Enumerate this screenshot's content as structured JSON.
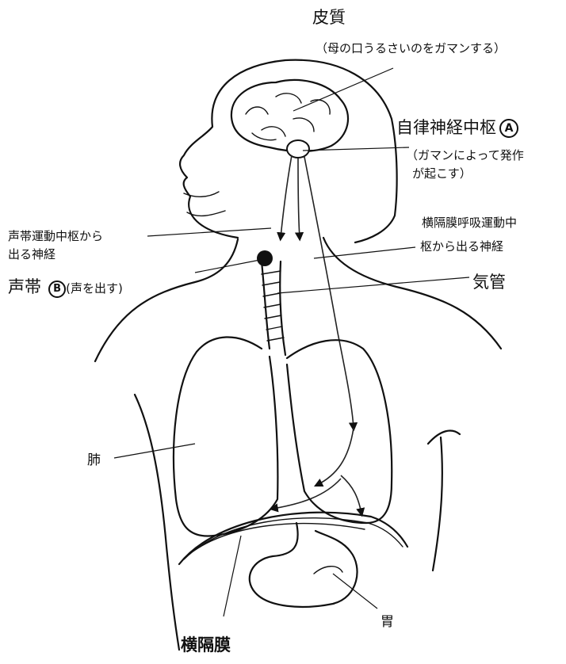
{
  "labels": {
    "cortex": "皮質",
    "cortex_note": "（母の口うるさいのをガマンする）",
    "autonomic_center": "自律神経中枢",
    "marker_a": "A",
    "autonomic_note_1": "（ガマンによって発作",
    "autonomic_note_2": "が起こす）",
    "vocal_nerve_1": "声帯運動中枢から",
    "vocal_nerve_2": "出る神経",
    "diaphragm_nerve_1": "横隔膜呼吸運動中",
    "diaphragm_nerve_2": "枢から出る神経",
    "vocal_cords": "声帯",
    "marker_b": "B",
    "vocal_cords_note": "(声を出す)",
    "trachea": "気管",
    "lung": "肺",
    "stomach": "胃",
    "diaphragm": "横隔膜"
  },
  "icons": [
    "brain-outline",
    "nerve-arrow",
    "trachea-rings",
    "lung-outline",
    "stomach-outline",
    "diaphragm-band"
  ]
}
